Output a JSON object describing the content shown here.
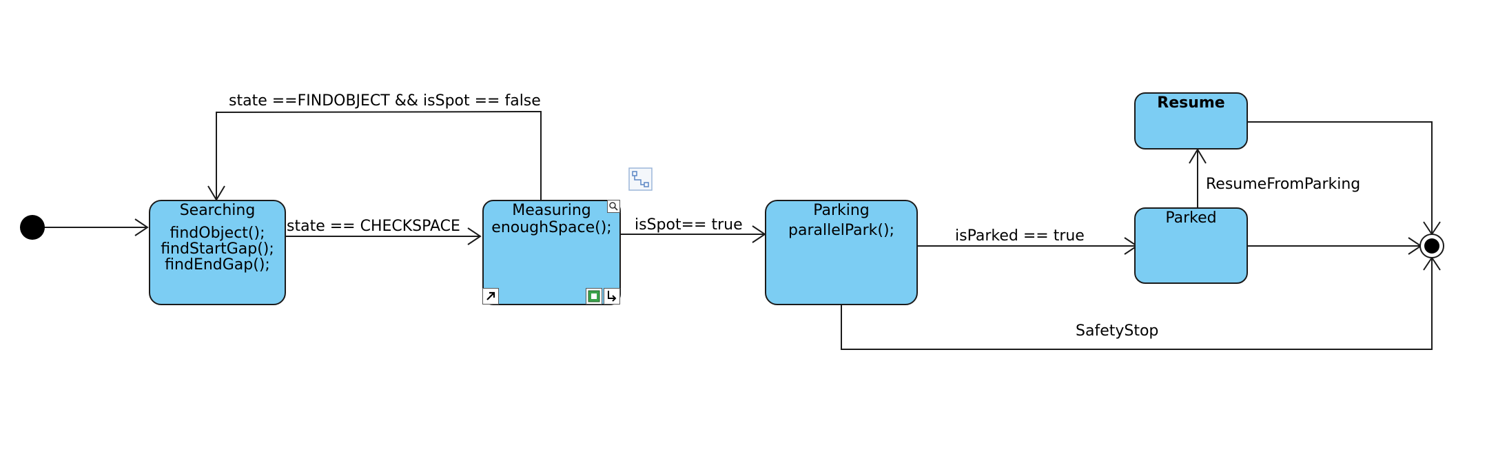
{
  "states": {
    "searching": {
      "name": "Searching",
      "activities": [
        "findObject();",
        "findStartGap();",
        "findEndGap();"
      ]
    },
    "measuring": {
      "name": "Measuring",
      "activities": [
        "enoughSpace();"
      ]
    },
    "parking": {
      "name": "Parking",
      "activities": [
        "parallelPark();"
      ]
    },
    "parked": {
      "name": "Parked",
      "activities": []
    },
    "resume": {
      "name": "Resume",
      "activities": []
    }
  },
  "transitions": {
    "searching_to_measuring": "state == CHECKSPACE",
    "measuring_to_searching": "state ==FINDOBJECT && isSpot == false",
    "measuring_to_parking": "isSpot== true",
    "parking_to_parked": "isParked == true",
    "parked_to_resume": "ResumeFromParking",
    "parking_to_final": "SafetyStop"
  },
  "colors": {
    "state_fill": "#7ccdf3",
    "line": "#1a1a1a"
  }
}
